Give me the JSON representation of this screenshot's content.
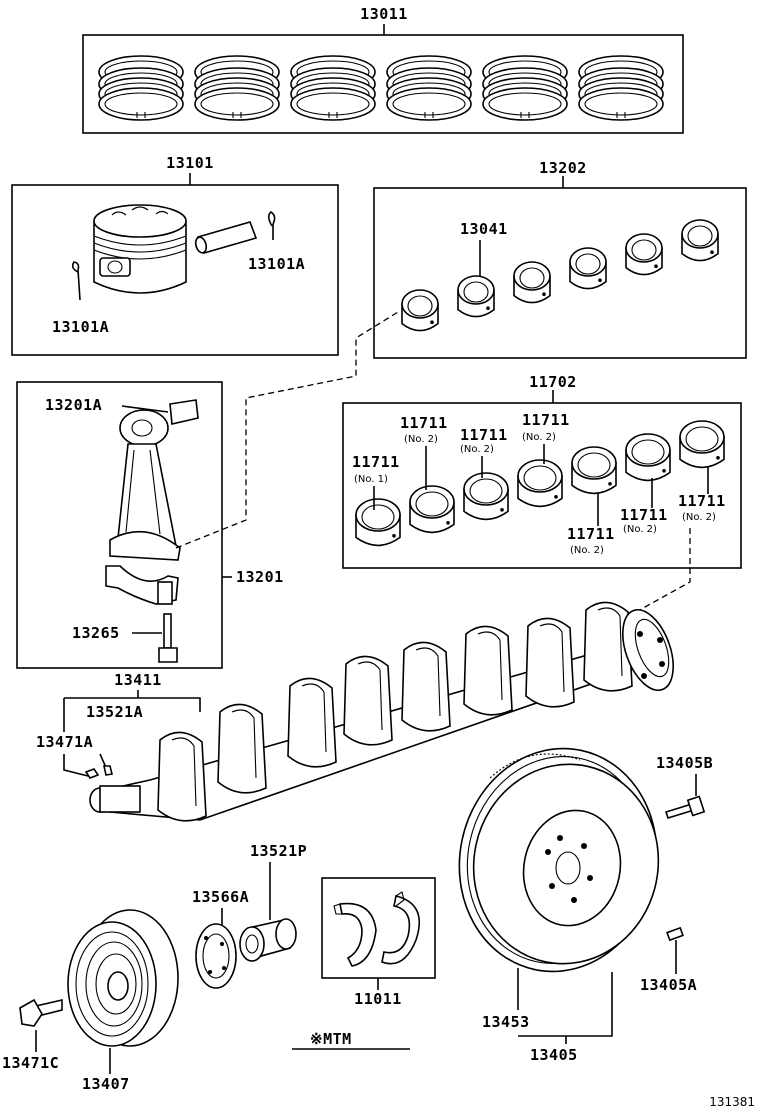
{
  "labels": {
    "p13011": "13011",
    "p13101": "13101",
    "p13101A_right": "13101A",
    "p13101A_left": "13101A",
    "p13202": "13202",
    "p13041": "13041",
    "p13201A": "13201A",
    "p13201": "13201",
    "p13265": "13265",
    "p11702": "11702",
    "p11711_no1": "11711",
    "p11711_a": "11711",
    "p11711_b": "11711",
    "p11711_c": "11711",
    "p11711_d": "11711",
    "p11711_e": "11711",
    "p11711_f": "11711",
    "p13411": "13411",
    "p13521A": "13521A",
    "p13471A": "13471A",
    "p13405B": "13405B",
    "p13521P": "13521P",
    "p13566A": "13566A",
    "p11011": "11011",
    "p13405A": "13405A",
    "p13453": "13453",
    "p13405": "13405",
    "p13471C": "13471C",
    "p13407": "13407",
    "mtm": "※MTM",
    "figure_id": "131381"
  },
  "sublabels": {
    "no1": "(No. 1)",
    "no2_a": "(No. 2)",
    "no2_b": "(No. 2)",
    "no2_c": "(No. 2)",
    "no2_d": "(No. 2)",
    "no2_e": "(No. 2)",
    "no2_f": "(No. 2)"
  }
}
